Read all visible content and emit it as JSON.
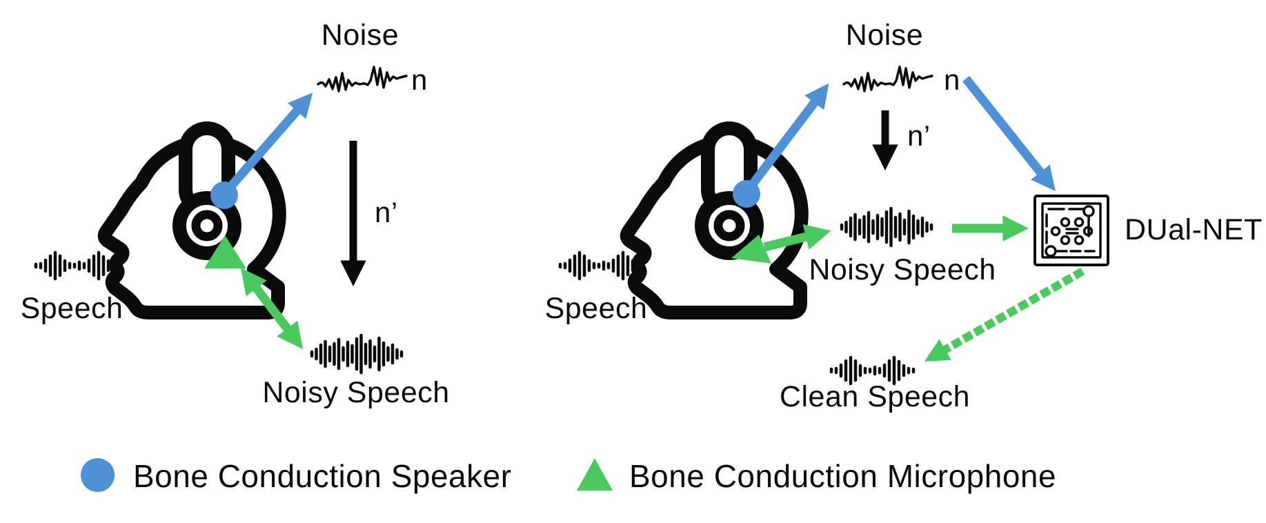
{
  "figure": {
    "colors": {
      "speaker_blue": "#4f91d6",
      "microphone_green": "#4bc95f",
      "ink": "#0a0a0a",
      "background": "#ffffff"
    },
    "left_panel": {
      "noise_label": "Noise",
      "noise_symbol": "n",
      "conducted_noise_symbol": "n’",
      "speech_label": "Speech",
      "noisy_speech_label": "Noisy Speech"
    },
    "right_panel": {
      "noise_label": "Noise",
      "noise_symbol": "n",
      "conducted_noise_symbol": "n’",
      "speech_label": "Speech",
      "noisy_speech_label": "Noisy Speech",
      "clean_speech_label": "Clean Speech",
      "network_label": "DUal-NET"
    },
    "legend": {
      "speaker_label": "Bone Conduction Speaker",
      "microphone_label": "Bone Conduction Microphone"
    }
  }
}
